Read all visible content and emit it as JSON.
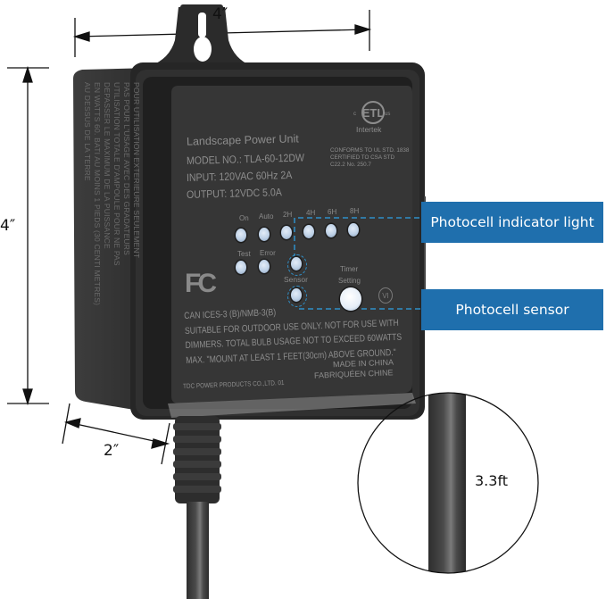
{
  "dimensions": {
    "width_label": "4″",
    "height_label": "4″",
    "depth_label": "2″",
    "cord_length_label": "3.3ft"
  },
  "callouts": {
    "indicator": "Photocell indicator light",
    "sensor": "Photocell sensor",
    "color": "#1f6fad",
    "dash_color": "#2f8fc8"
  },
  "device": {
    "title": "Landscape Power Unit",
    "model": "MODEL NO.:  TLA-60-12DW",
    "input": "INPUT: 120VAC 60Hz  2A",
    "output": "OUTPUT: 12VDC 5.0A",
    "cert_mark": "ETL",
    "cert_c": "c",
    "cert_us": "us",
    "cert_brand": "Intertek",
    "conformance": [
      "CONFORMS TO UL STD. 1838",
      "CERTIFIED TO CSA STD",
      "C22.2 No. 250.7"
    ],
    "led_labels_top": [
      "On",
      "Auto",
      "2H",
      "4H",
      "6H",
      "8H"
    ],
    "led_labels_bottom": [
      "Test",
      "Error"
    ],
    "sensor_label": "Sensor",
    "timer_label_1": "Timer",
    "timer_label_2": "Setting",
    "fcc_logo": "FC",
    "vi_mark": "VI",
    "notice_lines": [
      "CAN ICES-3 (B)/NMB-3(B)",
      "SUITABLE FOR OUTDOOR USE ONLY. NOT FOR USE WITH",
      "DIMMERS. TOTAL BULB USAGE NOT TO EXCEED 60WATTS",
      "MAX. \"MOUNT AT LEAST 1 FEET(30cm) ABOVE GROUND.\""
    ],
    "made_in": "MADE IN CHINA",
    "fabrique": "FABRIQUÉEN CHINE",
    "manufacturer": "TDC POWER PRODUCTS CO.,LTD. 01",
    "side_text": [
      "POUR UTILISATION EXTERIEURE SEULEMENT",
      "PAS POUR L'USAGE AVEC DES GRADATEURS",
      "UTILISATION TOTALE D'AMPOULE POUR NE PAS",
      "DEPASSER LE MAXIMUM DE LA PUISSANCE",
      "EN WATTS 60. BATI AU MOINS 1 PIEDS (30 CENTI METRES)",
      "AU DESSUS DE LA TERRE"
    ]
  }
}
